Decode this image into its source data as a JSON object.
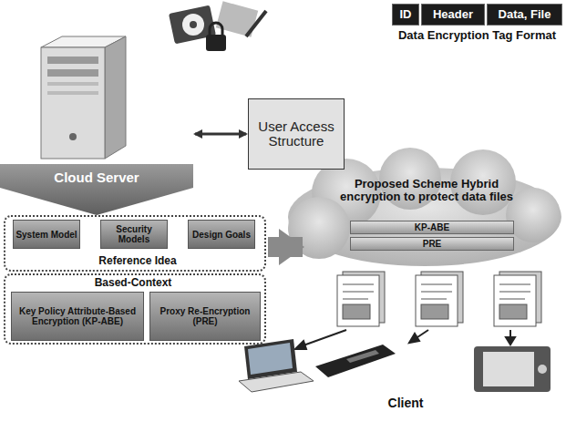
{
  "diagram": {
    "nodes": [
      {
        "text": [
          "Data Encryption Tag Format"
        ]
      },
      {
        "text": [
          "ID"
        ],
        "in": 0
      },
      {
        "text": [
          "Header"
        ],
        "in": 0
      },
      {
        "text": [
          "Data, File"
        ],
        "in": 0
      },
      {
        "text": [
          "Cloud Server"
        ]
      },
      {
        "text": [
          "User Access Structure"
        ]
      },
      {
        "text": [
          "Reference Idea"
        ]
      },
      {
        "text": [
          "System Model"
        ],
        "in": 6
      },
      {
        "text": [
          "Security Models"
        ],
        "in": 6
      },
      {
        "text": [
          "Design Goals"
        ],
        "in": 6
      },
      {
        "text": [
          "Based-Context"
        ]
      },
      {
        "text": [
          "Key Policy Attribute-Based Encryption (KP-ABE)"
        ],
        "in": 10
      },
      {
        "text": [
          "Proxy Re-Encryption (PRE)"
        ],
        "in": 10
      },
      {
        "text": [
          "Proposed Scheme Hybrid encryption to protect data files"
        ]
      },
      {
        "text": [
          "KP-ABE"
        ],
        "in": 13
      },
      {
        "text": [
          "PRE"
        ],
        "in": 13
      }
    ],
    "edges": [
      {
        "from": 4,
        "to": 5,
        "arrow": "both"
      },
      {
        "from": 6,
        "to": 13,
        "arrow": "to"
      }
    ],
    "labels": [
      "Client"
    ]
  }
}
